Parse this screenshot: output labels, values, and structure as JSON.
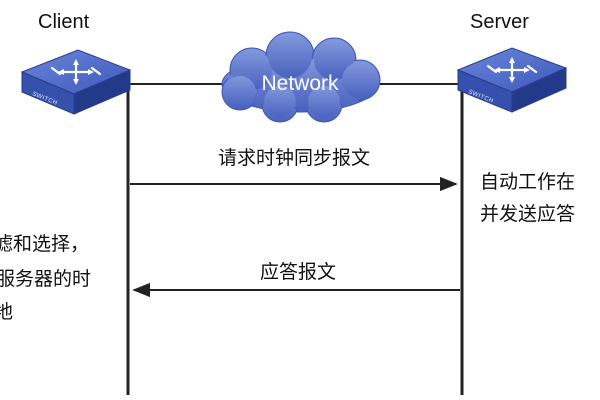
{
  "client": {
    "label": "Client",
    "switch_text": "SWITCH"
  },
  "server": {
    "label": "Server",
    "switch_text": "SWITCH"
  },
  "network": {
    "label": "Network"
  },
  "messages": {
    "request": "请求时钟同步报文",
    "response": "应答报文"
  },
  "server_notes": [
    "自动工作在",
    "并发送应答"
  ],
  "client_notes": [
    "滤和选择，",
    "服务器的时",
    "地"
  ],
  "colors": {
    "switch_top": "#3f5bbf",
    "switch_side": "#2c3f91",
    "cloud": "#5d74cc",
    "line": "#222222"
  },
  "icons": {
    "switch": "network-switch-icon",
    "cloud": "cloud-icon"
  }
}
